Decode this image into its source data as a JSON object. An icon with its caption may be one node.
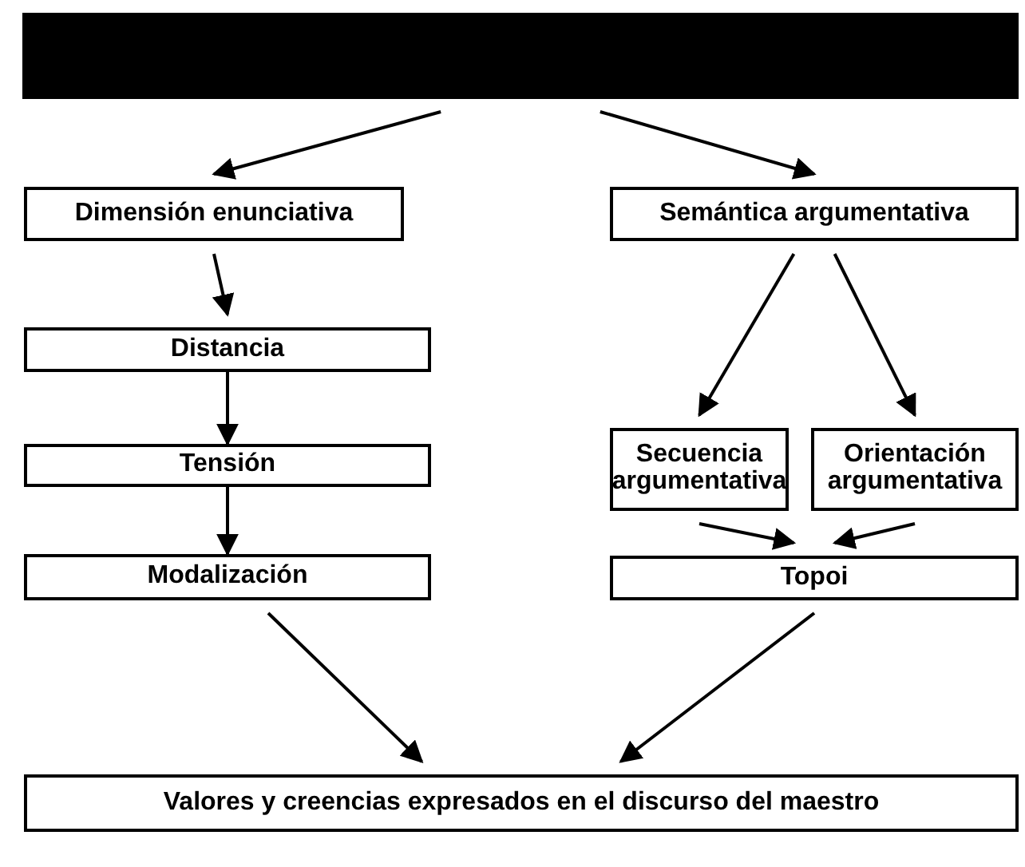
{
  "diagram": {
    "nodes": [
      {
        "text": [],
        "shape": "box"
      },
      {
        "text": [
          "Dimensión enunciativa"
        ]
      },
      {
        "text": [
          "Semántica argumentativa"
        ]
      },
      {
        "text": [
          "Distancia"
        ]
      },
      {
        "text": [
          "Tensión"
        ]
      },
      {
        "text": [
          "Modalización"
        ]
      },
      {
        "text": [
          "Secuencia argumentativa"
        ]
      },
      {
        "text": [
          "Orientación argumentativa"
        ]
      },
      {
        "text": [
          "Topoi"
        ]
      },
      {
        "text": [
          "Valores y creencias expresados en el discurso del maestro"
        ]
      }
    ],
    "edges": [
      {
        "from": 0,
        "to": 1,
        "arrow": "to"
      },
      {
        "from": 0,
        "to": 2,
        "arrow": "to"
      },
      {
        "from": 1,
        "to": 3,
        "arrow": "to"
      },
      {
        "from": 3,
        "to": 4,
        "arrow": "to"
      },
      {
        "from": 4,
        "to": 5,
        "arrow": "to"
      },
      {
        "from": 2,
        "to": 6,
        "arrow": "to"
      },
      {
        "from": 2,
        "to": 7,
        "arrow": "to"
      },
      {
        "from": 6,
        "to": 8,
        "arrow": "to"
      },
      {
        "from": 7,
        "to": 8,
        "arrow": "to"
      },
      {
        "from": 5,
        "to": 9,
        "arrow": "to"
      },
      {
        "from": 8,
        "to": 9,
        "arrow": "to"
      }
    ]
  }
}
